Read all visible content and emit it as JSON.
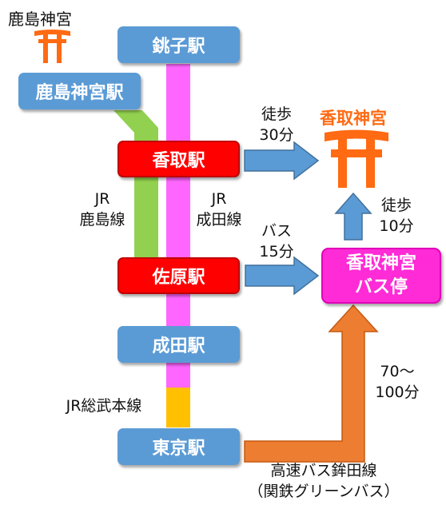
{
  "colors": {
    "station_blue": "#5b9bd5",
    "station_red": "#ff0000",
    "bus_stop_pink": "#ff2bd6",
    "narita_line": "#ff66ff",
    "kashima_line": "#92d050",
    "sobu_line": "#ffc000",
    "walk_arrow": "#5b9bd5",
    "highway_bus_arrow": "#ed7d31",
    "shrine_orange": "#ff6a13"
  },
  "icons": [
    "kashima-torii-icon",
    "katori-torii-icon"
  ],
  "kashima_shrine": {
    "label": "鹿島神宮"
  },
  "stations": {
    "choshi": "銚子駅",
    "kashima_jingu": "鹿島神宮駅",
    "katori": "香取駅",
    "sawara": "佐原駅",
    "narita": "成田駅",
    "tokyo": "東京駅"
  },
  "lines": {
    "kashima_line": [
      "JR",
      "鹿島線"
    ],
    "narita_line": [
      "JR",
      "成田線"
    ],
    "sobu_line": "JR総武本線"
  },
  "katori_shrine": {
    "label": "香取神宮"
  },
  "bus_stop": [
    "香取神宮",
    "バス停"
  ],
  "routes": {
    "katori_walk": [
      "徒歩",
      "30分"
    ],
    "sawara_bus": [
      "バス",
      "15分"
    ],
    "busstop_walk": [
      "徒歩",
      "10分"
    ],
    "highway_time": [
      "70～",
      "100分"
    ],
    "highway_bus": [
      "高速バス鉾田線",
      "（関鉄グリーンバス）"
    ]
  }
}
